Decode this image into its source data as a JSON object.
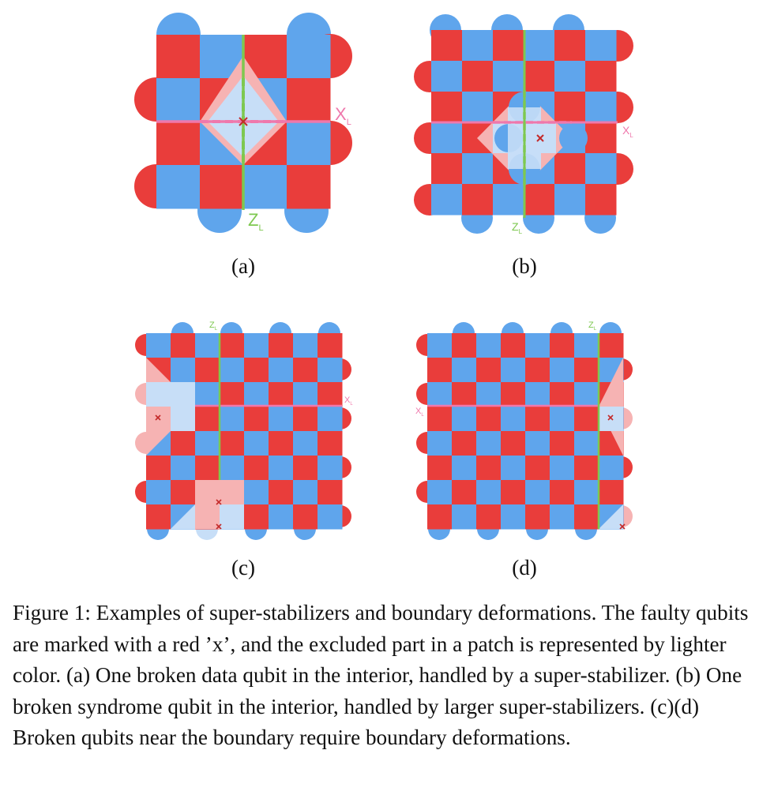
{
  "colors": {
    "red": "#e93d3b",
    "blue": "#5fa5ec",
    "light_red": "#f6b3b3",
    "light_blue": "#c7def7",
    "pink": "#ef78ac",
    "green": "#7ec850",
    "fault": "#c42a2a"
  },
  "panels": [
    {
      "label": "(a)",
      "x_logical": "X",
      "x_sub": "L",
      "z_logical": "Z",
      "z_sub": "L"
    },
    {
      "label": "(b)",
      "x_logical": "X",
      "x_sub": "L",
      "z_logical": "Z",
      "z_sub": "L"
    },
    {
      "label": "(c)",
      "x_logical": "X",
      "x_sub": "L",
      "z_logical": "Z",
      "z_sub": "L"
    },
    {
      "label": "(d)",
      "x_logical": "X",
      "x_sub": "L",
      "z_logical": "Z",
      "z_sub": "L"
    }
  ],
  "caption": {
    "text": "Figure 1: Examples of super-stabilizers and boundary deformations. The faulty qubits are marked with a red ’x’, and the excluded part in a patch is represented by lighter color. (a) One broken data qubit in the interior, handled by a super-stabilizer. (b) One broken syndrome qubit in the interior, handled by larger super-stabilizers. (c)(d) Broken qubits near the boundary require boundary deformations."
  }
}
